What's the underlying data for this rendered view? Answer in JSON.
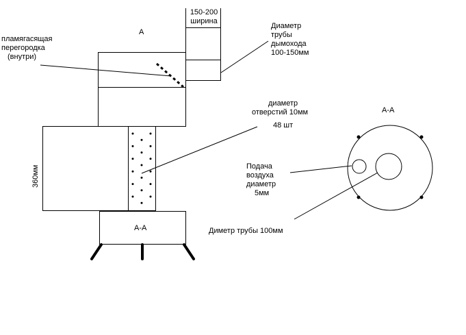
{
  "labels": {
    "top_a": "А",
    "chimney_width_line1": "150-200",
    "chimney_width_line2": "ширина",
    "pipe_diameter_line1": "Диаметр",
    "pipe_diameter_line2": "трубы",
    "pipe_diameter_line3": "дымохода",
    "pipe_diameter_line4": "100-150мм",
    "baffle_line1": "пламягасящая",
    "baffle_line2": "перегородка",
    "baffle_line3": "(внутри)",
    "holes_line1": "диаметр",
    "holes_line2": "отверстий 10мм",
    "holes_line3": "48 шт",
    "height_360": "360мм",
    "base_section": "А-А",
    "section_title": "А-А",
    "air_line1": "Подача",
    "air_line2": "воздуха",
    "air_line3": "диаметр",
    "air_line4": "5мм",
    "pipe_100": "Диметр трубы 100мм"
  },
  "colors": {
    "stroke": "#000000",
    "background": "#ffffff"
  }
}
